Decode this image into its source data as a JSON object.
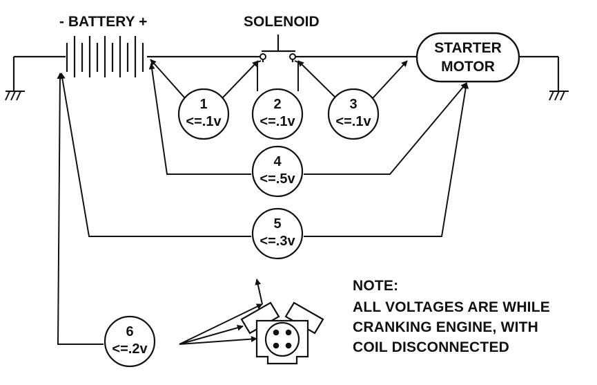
{
  "labels": {
    "battery": "- BATTERY +",
    "solenoid": "SOLENOID",
    "starter_line1": "STARTER",
    "starter_line2": "MOTOR"
  },
  "tests": [
    {
      "num": "1",
      "value": "<=.1v"
    },
    {
      "num": "2",
      "value": "<=.1v"
    },
    {
      "num": "3",
      "value": "<=.1v"
    },
    {
      "num": "4",
      "value": "<=.5v"
    },
    {
      "num": "5",
      "value": "<=.3v"
    },
    {
      "num": "6",
      "value": "<=.2v"
    }
  ],
  "note": {
    "title": "NOTE:",
    "lines": [
      "ALL VOLTAGES ARE WHILE",
      "CRANKING ENGINE, WITH",
      "COIL DISCONNECTED"
    ]
  },
  "colors": {
    "line": "#111111",
    "background": "#ffffff"
  }
}
